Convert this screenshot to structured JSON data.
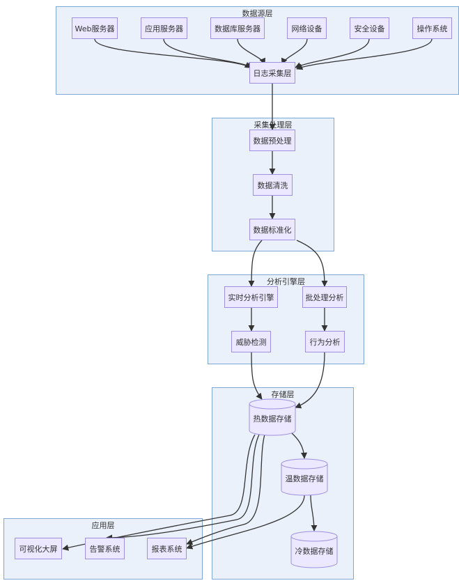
{
  "clusters": {
    "data_source": "数据源层",
    "collect": "采集处理层",
    "analysis": "分析引擎层",
    "storage": "存储层",
    "application": "应用层"
  },
  "nodes": {
    "web_server": "Web服务器",
    "app_server": "应用服务器",
    "db_server": "数据库服务器",
    "network_device": "网络设备",
    "security_device": "安全设备",
    "os": "操作系统",
    "log_collect": "日志采集层",
    "preprocess": "数据预处理",
    "cleaning": "数据清洗",
    "standardize": "数据标准化",
    "realtime_engine": "实时分析引擎",
    "batch_analysis": "批处理分析",
    "threat_detect": "威胁检测",
    "behavior_analysis": "行为分析",
    "hot_storage": "热数据存储",
    "warm_storage": "温数据存储",
    "cold_storage": "冷数据存储",
    "dashboard": "可视化大屏",
    "alert_system": "告警系统",
    "report_system": "报表系统"
  },
  "colors": {
    "cluster_fill": "#eaf1fb",
    "cluster_border": "#7fa7d6",
    "node_fill": "#ece8ff",
    "node_border": "#9e8fe0",
    "edge": "#333333"
  }
}
